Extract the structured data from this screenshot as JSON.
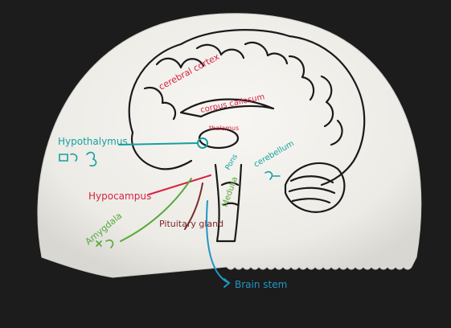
{
  "photo": {
    "colors": {
      "background": "#1e1e1e",
      "cap": "#f3f1ec",
      "ink_black": "#1a1a1a",
      "teal": "#14a0a0",
      "red": "#d8233f",
      "green": "#57a83a",
      "maroon": "#7a2a2a",
      "blue": "#2196c4"
    }
  },
  "labels": {
    "cerebral_cortex": "cerebral cortex",
    "corpus_callosum": "corpus callosum",
    "thalamus": "thalamus",
    "hypothalamus": "Hypothalymus",
    "hypocampus": "Hypocampus",
    "pons": "Pons",
    "cerebellum": "cerebellum",
    "medulla": "Medulla",
    "amygdala": "Amygdala",
    "pituitary_gland": "Pituitary gland",
    "brain_stem": "Brain stem"
  }
}
